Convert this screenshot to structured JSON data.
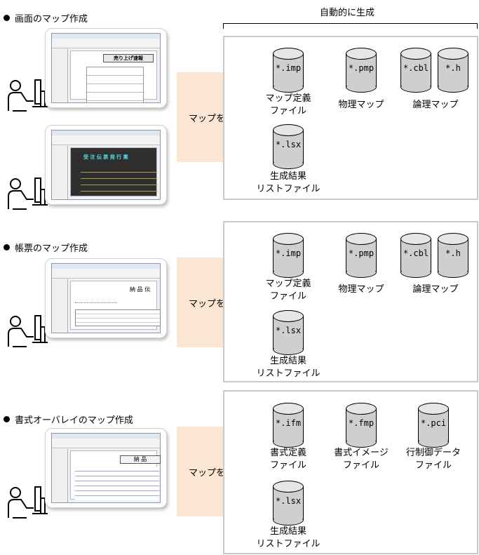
{
  "header": {
    "auto_label": "自動的に生成"
  },
  "arrow_label": "マップを保存",
  "sections": [
    {
      "title": "画面のマップ作成",
      "screen1_heading": "売り上げ速報",
      "screen2_heading": "受 注 伝 票 発 行 業",
      "files": [
        {
          "ext": "*.imp",
          "caption": [
            "マップ定義",
            "ファイル"
          ]
        },
        {
          "ext": "*.pmp",
          "caption": [
            "物理マップ"
          ]
        },
        {
          "ext": "*.cbl",
          "caption": [
            "論理マップ"
          ]
        },
        {
          "ext": "*.h",
          "caption": []
        },
        {
          "ext": "*.lsx",
          "caption": [
            "生成結果",
            "リストファイル"
          ]
        }
      ]
    },
    {
      "title": "帳票のマップ作成",
      "screen_heading": "納 品 伝",
      "files": [
        {
          "ext": "*.imp",
          "caption": [
            "マップ定義",
            "ファイル"
          ]
        },
        {
          "ext": "*.pmp",
          "caption": [
            "物理マップ"
          ]
        },
        {
          "ext": "*.cbl",
          "caption": [
            "論理マップ"
          ]
        },
        {
          "ext": "*.h",
          "caption": []
        },
        {
          "ext": "*.lsx",
          "caption": [
            "生成結果",
            "リストファイル"
          ]
        }
      ]
    },
    {
      "title": "書式オーバレイのマップ作成",
      "screen_heading": "納 品",
      "files": [
        {
          "ext": "*.ifm",
          "caption": [
            "書式定義",
            "ファイル"
          ]
        },
        {
          "ext": "*.fmp",
          "caption": [
            "書式イメージ",
            "ファイル"
          ]
        },
        {
          "ext": "*.pci",
          "caption": [
            "行制御データ",
            "ファイル"
          ]
        },
        {
          "ext": "*.lsx",
          "caption": [
            "生成結果",
            "リストファイル"
          ]
        }
      ]
    }
  ]
}
